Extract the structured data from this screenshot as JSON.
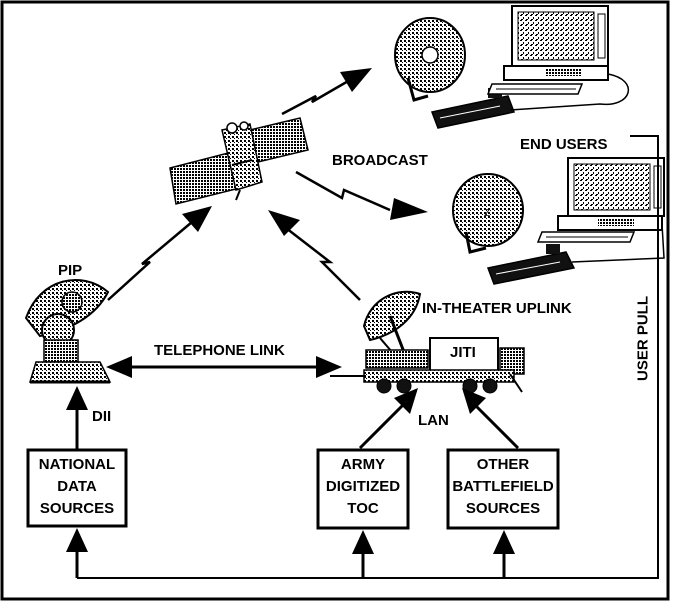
{
  "labels": {
    "broadcast": "BROADCAST",
    "end_users": "END USERS",
    "pip": "PIP",
    "in_theater_uplink": "IN-THEATER UPLINK",
    "telephone_link": "TELEPHONE LINK",
    "jiti": "JITI",
    "dii": "DII",
    "lan": "LAN",
    "user_pull": "USER PULL"
  },
  "boxes": {
    "national": [
      "NATIONAL",
      "DATA",
      "SOURCES"
    ],
    "army": [
      "ARMY",
      "DIGITIZED",
      "TOC"
    ],
    "other": [
      "OTHER",
      "BATTLEFIELD",
      "SOURCES"
    ]
  },
  "colors": {
    "ink": "#000000",
    "halftone": "#7a7a7a",
    "paper": "#ffffff"
  },
  "icons": [
    "satellite-icon",
    "satellite-dish-icon",
    "computer-terminal-icon",
    "receiver-box-icon",
    "radar-antenna-icon",
    "uplink-truck-icon"
  ]
}
